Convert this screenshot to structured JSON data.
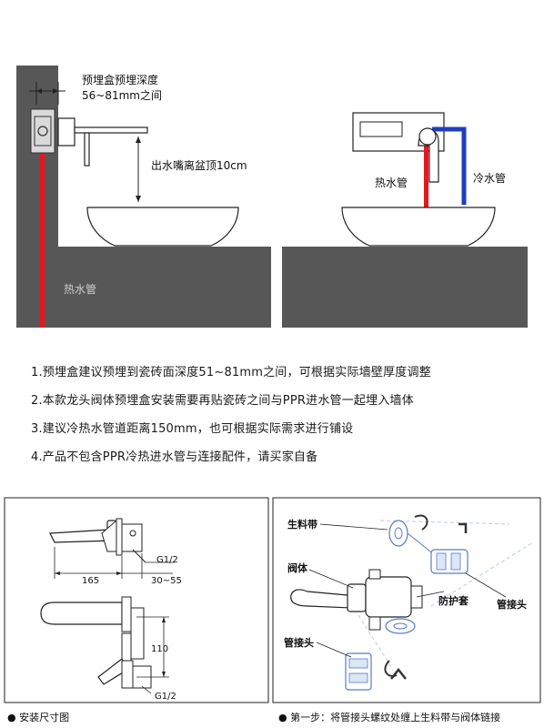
{
  "top_left": {
    "depth_label_line1": "预埋盒预埋深度",
    "depth_label_line2": "56~81mm之间",
    "spout_height_label": "出水嘴离盆顶10cm",
    "wall_pipe_label": "热水管"
  },
  "top_right": {
    "hot_label": "热水管",
    "cold_label": "冷水管"
  },
  "notes": [
    "1.预埋盒建议预埋到瓷砖面深度51~81mm之间，可根据实际墙壁厚度调整",
    "2.本款龙头阀体预埋盒安装需要再贴瓷砖之间与PPR进水管一起埋入墙体",
    "3.建议冷热水管道距离150mm，也可根据实际需求进行铺设",
    "4.产品不包含PPR冷热进水管与连接配件，请买家自备"
  ],
  "dim_drawing": {
    "g12_top": "G1/2",
    "dim_165": "165",
    "dim_30_55": "30~55",
    "dim_110": "110",
    "g12_bottom": "G1/2",
    "caption": "● 安装尺寸图"
  },
  "step_drawing": {
    "tape_label": "生料带",
    "valve_label": "阀体",
    "fitting_label_left": "管接头",
    "guard_label": "防护套",
    "fitting_label_right": "管接头",
    "caption": "● 第一步：将管接头螺纹处缠上生料带与阀体链接"
  },
  "colors": {
    "hot": "#e8161f",
    "cold": "#1f3fbe",
    "wall": "#575757",
    "guide_blue": "#b8cbe8"
  }
}
